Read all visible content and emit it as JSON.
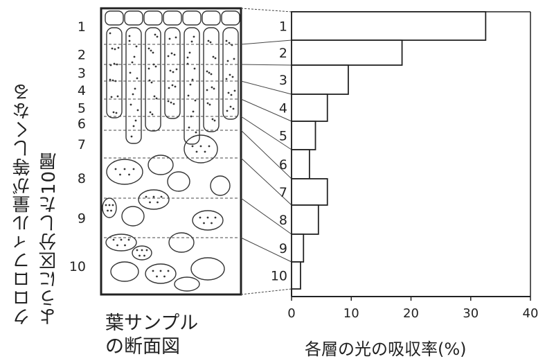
{
  "side_label": {
    "line1": "クロロフィル量が等しくなる",
    "line2": "ように区分した10層"
  },
  "leaf_caption": {
    "line1": "葉サンプル",
    "line2": "の断面図"
  },
  "chart_data": {
    "type": "bar",
    "orientation": "horizontal",
    "title": "",
    "xlabel": "各層の光の吸収率(%)",
    "ylabel": "",
    "xlim": [
      0,
      40
    ],
    "xticks": [
      0,
      10,
      20,
      30,
      40
    ],
    "categories": [
      "1",
      "2",
      "3",
      "4",
      "5",
      "6",
      "7",
      "8",
      "9",
      "10"
    ],
    "values": [
      32.5,
      18.5,
      9.5,
      6,
      4,
      3,
      6,
      4.5,
      2,
      1.5
    ],
    "grid": false,
    "legend": "none"
  }
}
